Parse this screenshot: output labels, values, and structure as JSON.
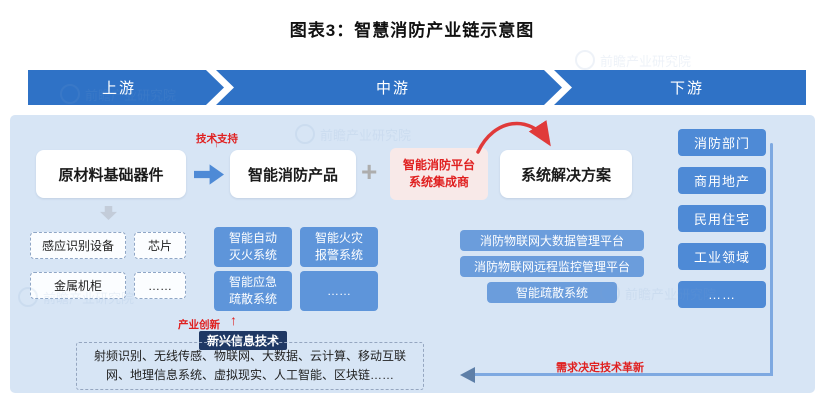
{
  "title": "图表3：智慧消防产业链示意图",
  "banner": {
    "upstream": "上游",
    "midstream": "中游",
    "downstream": "下游"
  },
  "flow": {
    "tech_support": "技术支持",
    "raw_materials": "原材料基础器件",
    "smart_products": "智能消防产品",
    "plus_sign": "+",
    "integrator": "智能消防平台\n系统集成商",
    "solutions": "系统解决方案"
  },
  "upstream_items": [
    "感应识别设备",
    "芯片",
    "金属机柜",
    "……"
  ],
  "midstream_items": [
    "智能自动\n灭火系统",
    "智能火灾\n报警系统",
    "智能应急\n疏散系统",
    "……"
  ],
  "solution_items": [
    "消防物联网大数据管理平台",
    "消防物联网远程监控管理平台",
    "智能疏散系统"
  ],
  "downstream_items": [
    "消防部门",
    "商用地产",
    "民用住宅",
    "工业领域",
    "……"
  ],
  "bottom": {
    "industry_innovation": "产业创新",
    "emerging_tech": "新兴信息技术",
    "tech_list": "射频识别、无线传感、物联网、大数据、云计算、移动互联网、地理信息系统、虚拟现实、人工智能、区块链……",
    "demand_note": "需求决定技术革新"
  },
  "icons": {
    "up_arrow": "↑"
  },
  "watermark": "前瞻产业研究院",
  "colors": {
    "banner_blue": "#2F72C6",
    "panel_bg": "#D7E5F5",
    "deep_box_blue": "#4E8AD6",
    "sub_box_blue": "#5E95DA",
    "solution_blue": "#6B9DDC",
    "integrator_bg": "#F8E9E8",
    "navy": "#1F3864",
    "accent_red": "#E02020",
    "feedback_blue": "#7EA9E1"
  }
}
